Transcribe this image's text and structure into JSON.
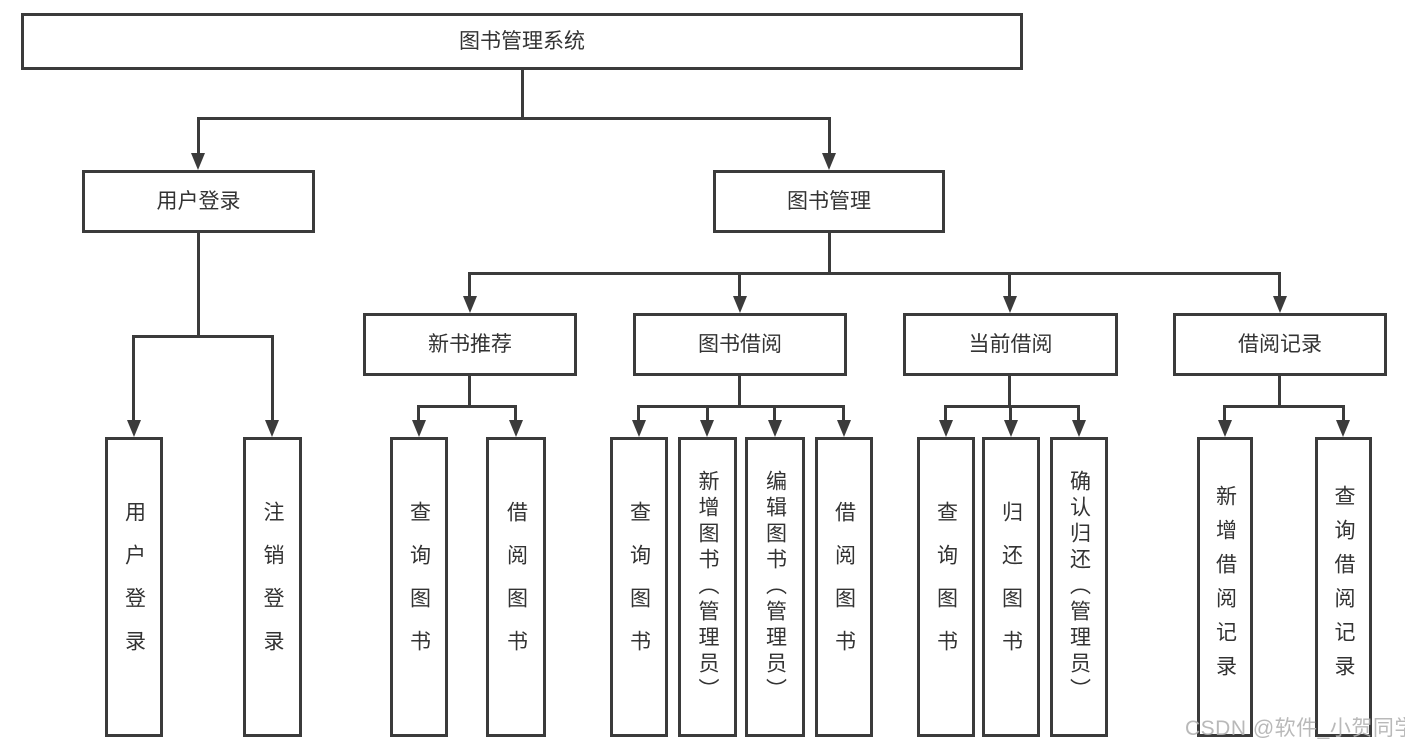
{
  "diagram": {
    "title_node": {
      "label": "图书管理系统"
    },
    "level2": [
      {
        "id": "user-login",
        "label": "用户登录"
      },
      {
        "id": "book-management",
        "label": "图书管理"
      }
    ],
    "level3": [
      {
        "id": "new-book-recommend",
        "label": "新书推荐",
        "parent": "图书管理"
      },
      {
        "id": "book-borrow",
        "label": "图书借阅",
        "parent": "图书管理"
      },
      {
        "id": "current-borrow",
        "label": "当前借阅",
        "parent": "图书管理"
      },
      {
        "id": "borrow-records",
        "label": "借阅记录",
        "parent": "图书管理"
      }
    ],
    "leaves": [
      {
        "label": "用户登录",
        "parent": "用户登录"
      },
      {
        "label": "注销登录",
        "parent": "用户登录"
      },
      {
        "label": "查询图书",
        "parent": "新书推荐"
      },
      {
        "label": "借阅图书",
        "parent": "新书推荐"
      },
      {
        "label": "查询图书",
        "parent": "图书借阅"
      },
      {
        "label": "新增图书（管理员）",
        "parent": "图书借阅"
      },
      {
        "label": "编辑图书（管理员）",
        "parent": "图书借阅"
      },
      {
        "label": "借阅图书",
        "parent": "图书借阅"
      },
      {
        "label": "查询图书",
        "parent": "当前借阅"
      },
      {
        "label": "归还图书",
        "parent": "当前借阅"
      },
      {
        "label": "确认归还（管理员）",
        "parent": "当前借阅"
      },
      {
        "label": "新增借阅记录",
        "parent": "借阅记录"
      },
      {
        "label": "查询借阅记录",
        "parent": "借阅记录"
      }
    ]
  },
  "watermark": {
    "text": "CSDN @软件_小贺同学"
  },
  "colors": {
    "line": "#3b3b3b",
    "text": "#333333",
    "watermark": "#b2b2b2",
    "background": "#ffffff"
  }
}
